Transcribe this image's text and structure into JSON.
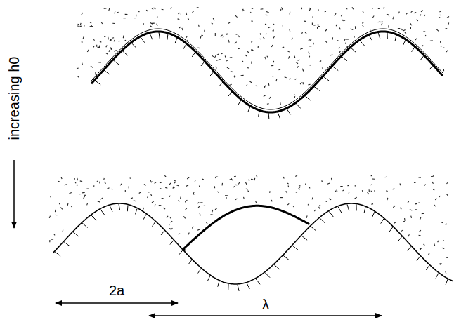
{
  "diagram": {
    "labels": [
      "increasing h0",
      "2a",
      "λ"
    ]
  }
}
